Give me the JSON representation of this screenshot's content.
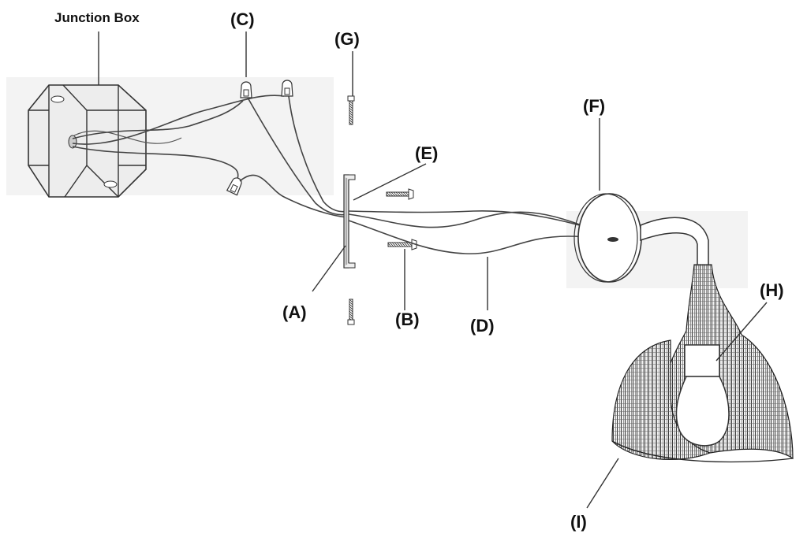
{
  "labels": {
    "junction_box": "Junction Box",
    "A": "(A)",
    "B": "(B)",
    "C": "(C)",
    "D": "(D)",
    "E": "(E)",
    "F": "(F)",
    "G": "(G)",
    "H": "(H)",
    "I": "(I)"
  }
}
